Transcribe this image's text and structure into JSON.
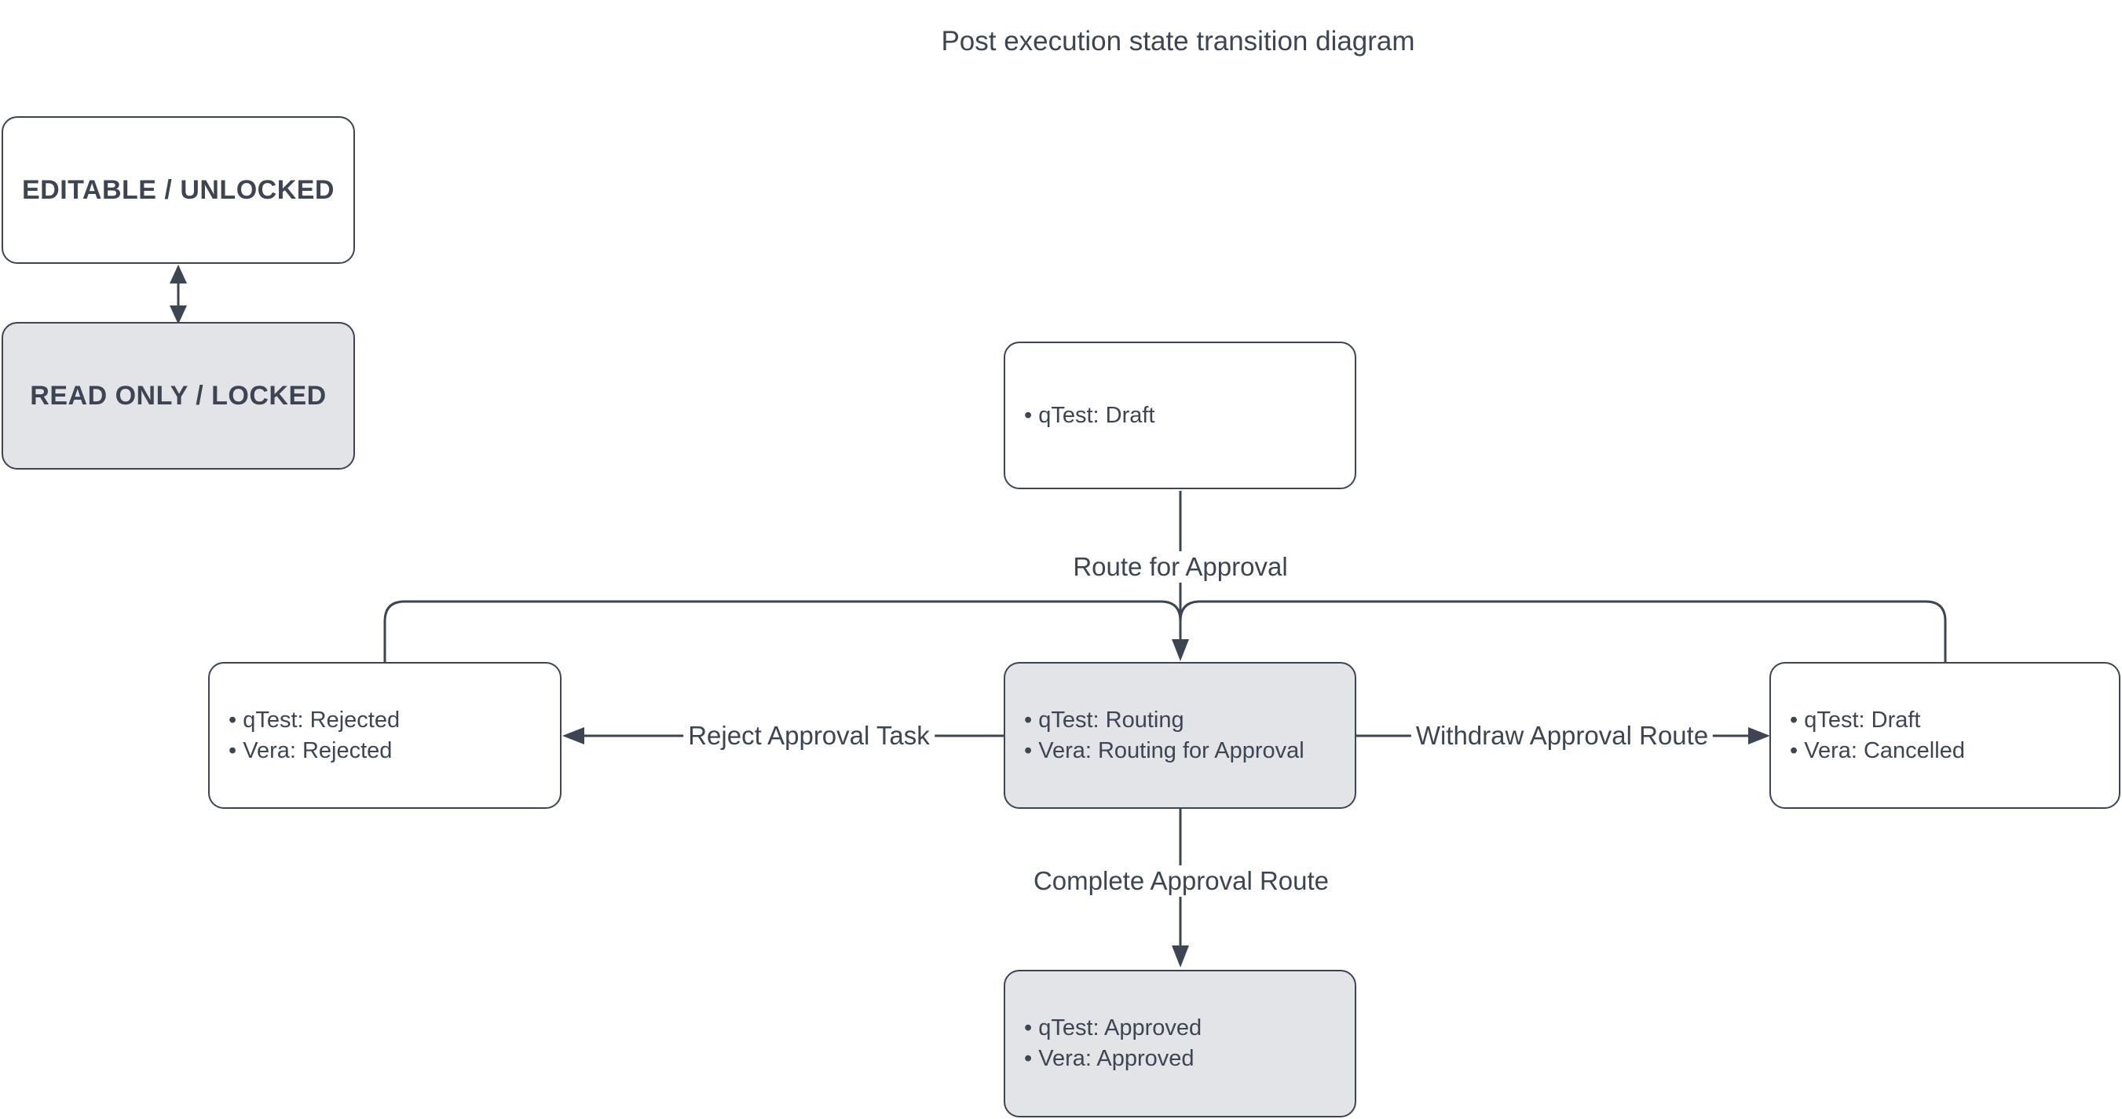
{
  "title": "Post execution state transition diagram",
  "colors": {
    "ink": "#3e4552",
    "box_fill_gray": "#e2e4e8",
    "box_fill_white": "#ffffff",
    "background": "#ffffff"
  },
  "legend": {
    "editable": {
      "label": "EDITABLE / UNLOCKED"
    },
    "readonly": {
      "label": "READ ONLY / LOCKED"
    }
  },
  "states": {
    "draft": {
      "lines": [
        "• qTest: Draft"
      ]
    },
    "routing": {
      "lines": [
        "• qTest: Routing",
        "• Vera: Routing for Approval"
      ]
    },
    "rejected": {
      "lines": [
        "• qTest: Rejected",
        "• Vera: Rejected"
      ]
    },
    "cancelled": {
      "lines": [
        "• qTest: Draft",
        "• Vera: Cancelled"
      ]
    },
    "approved": {
      "lines": [
        "• qTest: Approved",
        "• Vera: Approved"
      ]
    }
  },
  "transitions": {
    "route_for_approval": "Route for Approval",
    "reject_approval_task": "Reject Approval Task",
    "withdraw_approval_route": "Withdraw Approval Route",
    "complete_approval_route": "Complete Approval Route"
  }
}
